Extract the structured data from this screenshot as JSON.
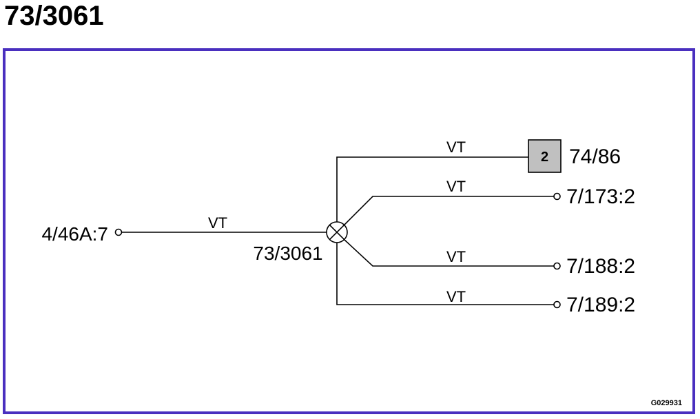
{
  "title": "73/3061",
  "frame_color": "#4a2fbf",
  "connector_fill": "#c0c0c0",
  "splice": {
    "label": "73/3061",
    "icon": "splice-cross-circle-icon"
  },
  "input": {
    "label": "4/46A:7",
    "wire_color": "VT"
  },
  "outputs": [
    {
      "label": "74/86",
      "wire_color": "VT",
      "connector_number": "2",
      "terminal": "connector-box"
    },
    {
      "label": "7/173:2",
      "wire_color": "VT",
      "terminal": "open-circle"
    },
    {
      "label": "7/188:2",
      "wire_color": "VT",
      "terminal": "open-circle"
    },
    {
      "label": "7/189:2",
      "wire_color": "VT",
      "terminal": "open-circle"
    }
  ],
  "figure_id": "G029931"
}
